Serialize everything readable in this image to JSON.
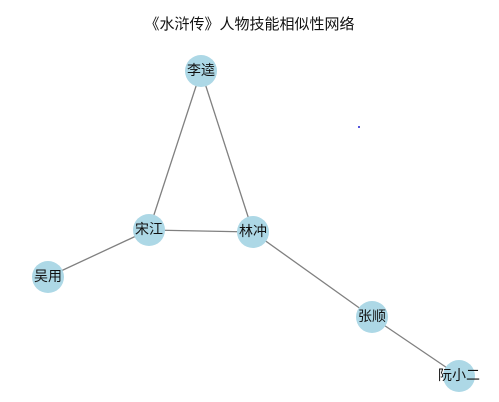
{
  "title": "《水浒传》人物技能相似性网络",
  "colors": {
    "node": "#add8e6",
    "edge": "#808080",
    "dot": "#1f1fd0"
  },
  "nodes": [
    {
      "id": "lk",
      "label": "李逵"
    },
    {
      "id": "sj",
      "label": "宋江"
    },
    {
      "id": "lc",
      "label": "林冲"
    },
    {
      "id": "wy",
      "label": "吴用"
    },
    {
      "id": "zs",
      "label": "张顺"
    },
    {
      "id": "rx",
      "label": "阮小二"
    }
  ],
  "edges": [
    [
      "lk",
      "sj"
    ],
    [
      "lk",
      "lc"
    ],
    [
      "sj",
      "lc"
    ],
    [
      "sj",
      "wy"
    ],
    [
      "lc",
      "zs"
    ],
    [
      "zs",
      "rx"
    ]
  ]
}
